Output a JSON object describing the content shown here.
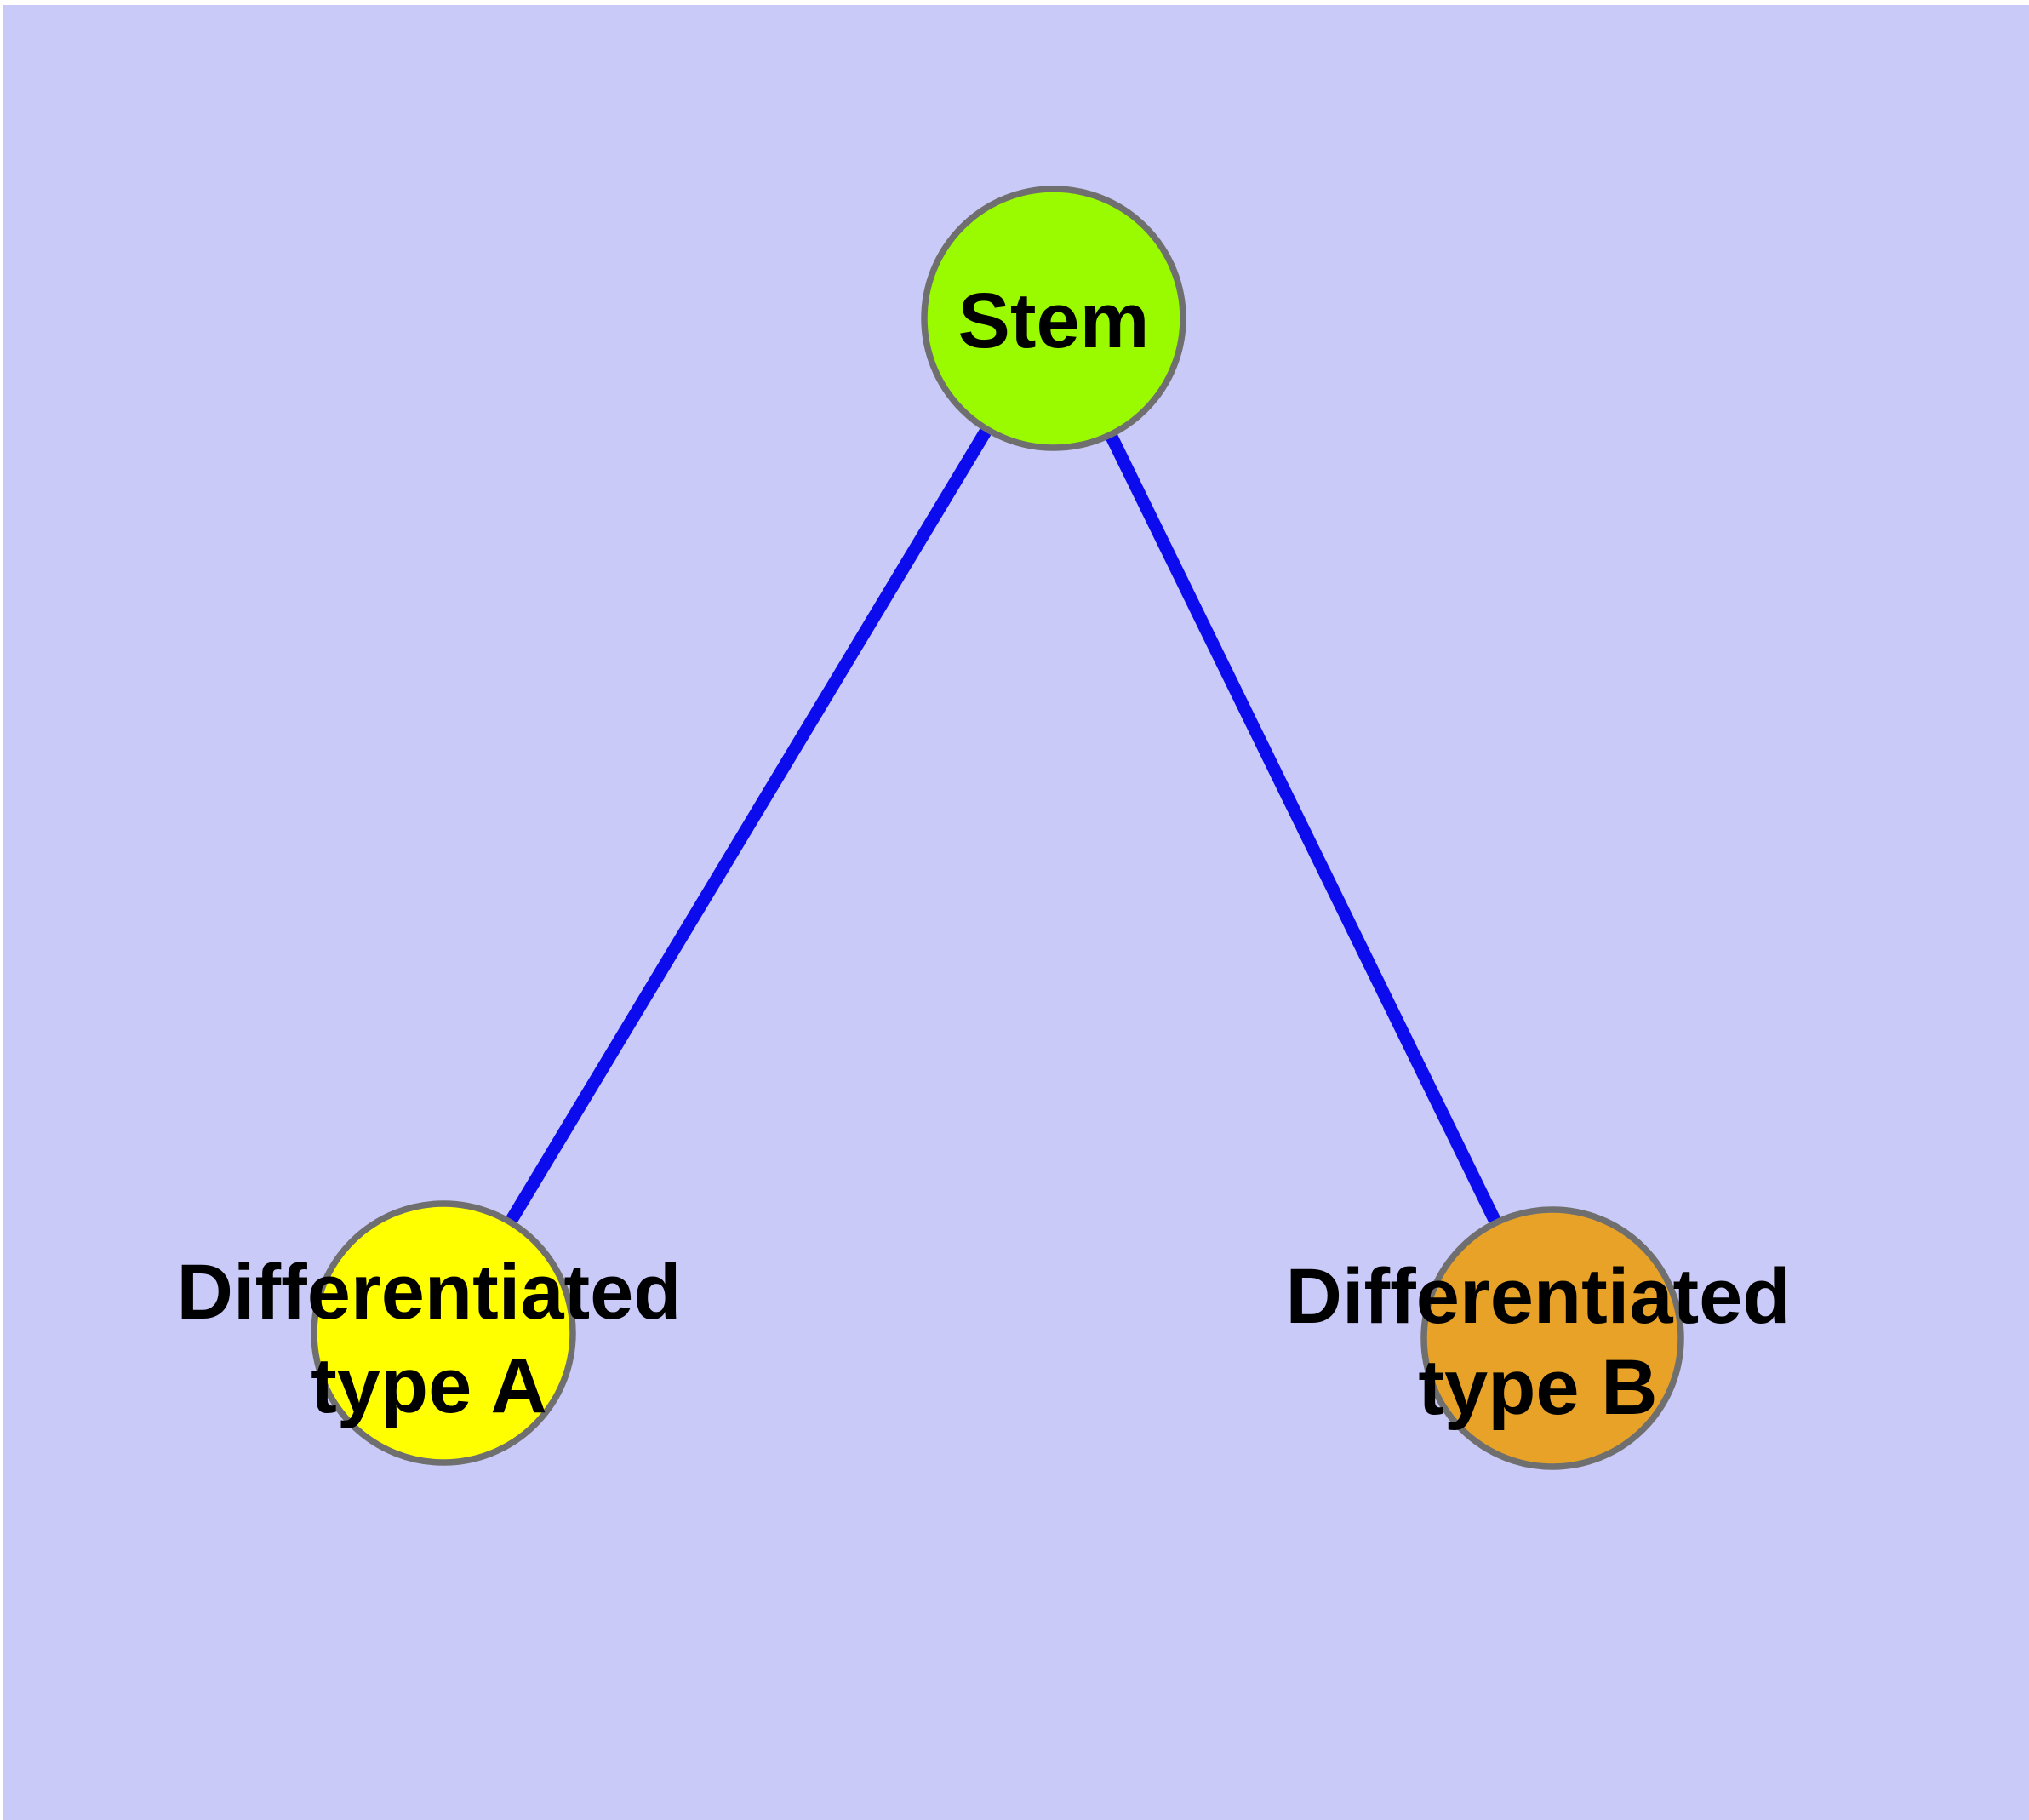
{
  "figure": {
    "title": "Stem cell differentiation graph",
    "type": "node-link-diagram"
  },
  "colors": {
    "page_margin": "#FFFFFF",
    "background": "#CACAF8",
    "edge": "#0B0BEE",
    "node_border": "#6F6F6F",
    "label_text": "#000000"
  },
  "diagram": {
    "nodes": [
      {
        "id": "stem",
        "label": "Stem",
        "label_line1": "Stem",
        "label_line2": "",
        "fill": "#9AFB00"
      },
      {
        "id": "type-a",
        "label": "Differentiated type A",
        "label_line1": "Differentiated",
        "label_line2": "type A",
        "fill": "#FFFF00"
      },
      {
        "id": "type-b",
        "label": "Differentiated type B",
        "label_line1": "Differentiated",
        "label_line2": "type B",
        "fill": "#E8A227"
      }
    ],
    "edges": [
      {
        "from": "Stem",
        "to": "Differentiated type A"
      },
      {
        "from": "Stem",
        "to": "Differentiated type B"
      }
    ]
  }
}
